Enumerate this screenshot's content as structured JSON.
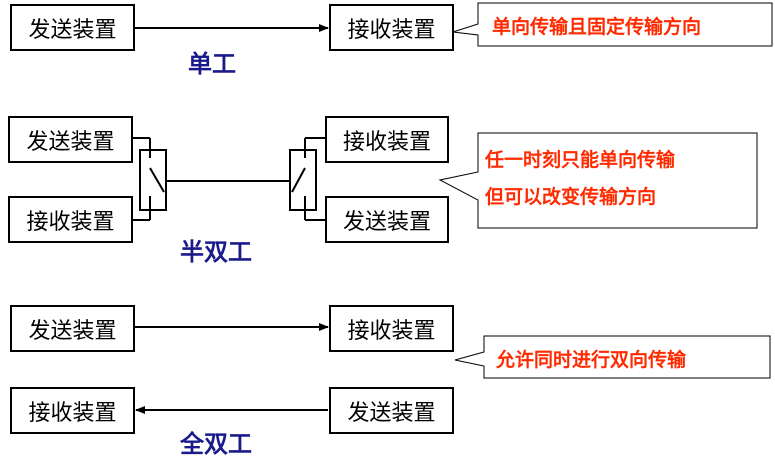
{
  "labels": {
    "send_device": "发送装置",
    "receive_device": "接收装置"
  },
  "simplex": {
    "title": "单工",
    "note": "单向传输且固定传输方向"
  },
  "half_duplex": {
    "title": "半双工",
    "note_line1": "任一时刻只能单向传输",
    "note_line2": "但可以改变传输方向"
  },
  "full_duplex": {
    "title": "全双工",
    "note": "允许同时进行双向传输"
  }
}
